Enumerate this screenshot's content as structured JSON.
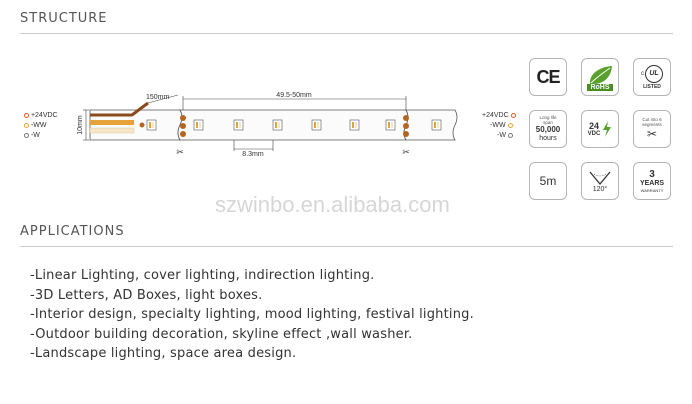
{
  "sections": {
    "structure_title": "STRUCTURE",
    "applications_title": "APPLICATIONS"
  },
  "diagram": {
    "left_terminals": [
      "+24VDC",
      "-WW",
      "-W"
    ],
    "right_terminals": [
      "+24VDC",
      "-WW",
      "-W"
    ],
    "dim_height": "10mm",
    "dim_lead": "150mm",
    "dim_cut": "49.5-50mm",
    "dim_led_pitch": "8.3mm",
    "colors": {
      "ww_wire": "#e8a23a",
      "w_wire": "#f5e6c8",
      "pad": "#b5651d",
      "marker": "#e05a28"
    }
  },
  "badges": {
    "ce": "CE",
    "rohs": "RoHS",
    "ul_top": "c",
    "ul_mid": "UL",
    "ul_bottom": "LISTED",
    "lifespan_label": "Long life span",
    "lifespan_value": "50,000",
    "lifespan_unit": "hours",
    "voltage_value": "24",
    "voltage_unit": "VDC",
    "cut_label": "Cut into 6 segments",
    "length": "5m",
    "angle": "120°",
    "warranty_num": "3",
    "warranty_word": "YEARS",
    "warranty_sub": "WARRANTY"
  },
  "watermark": "szwinbo.en.alibaba.com",
  "applications": [
    "-Linear Lighting, cover lighting, indirection lighting.",
    "-3D Letters, AD Boxes, light boxes.",
    "-Interior design, specialty lighting, mood lighting, festival lighting.",
    "-Outdoor building decoration, skyline effect ,wall washer.",
    "-Landscape lighting, space area design."
  ]
}
